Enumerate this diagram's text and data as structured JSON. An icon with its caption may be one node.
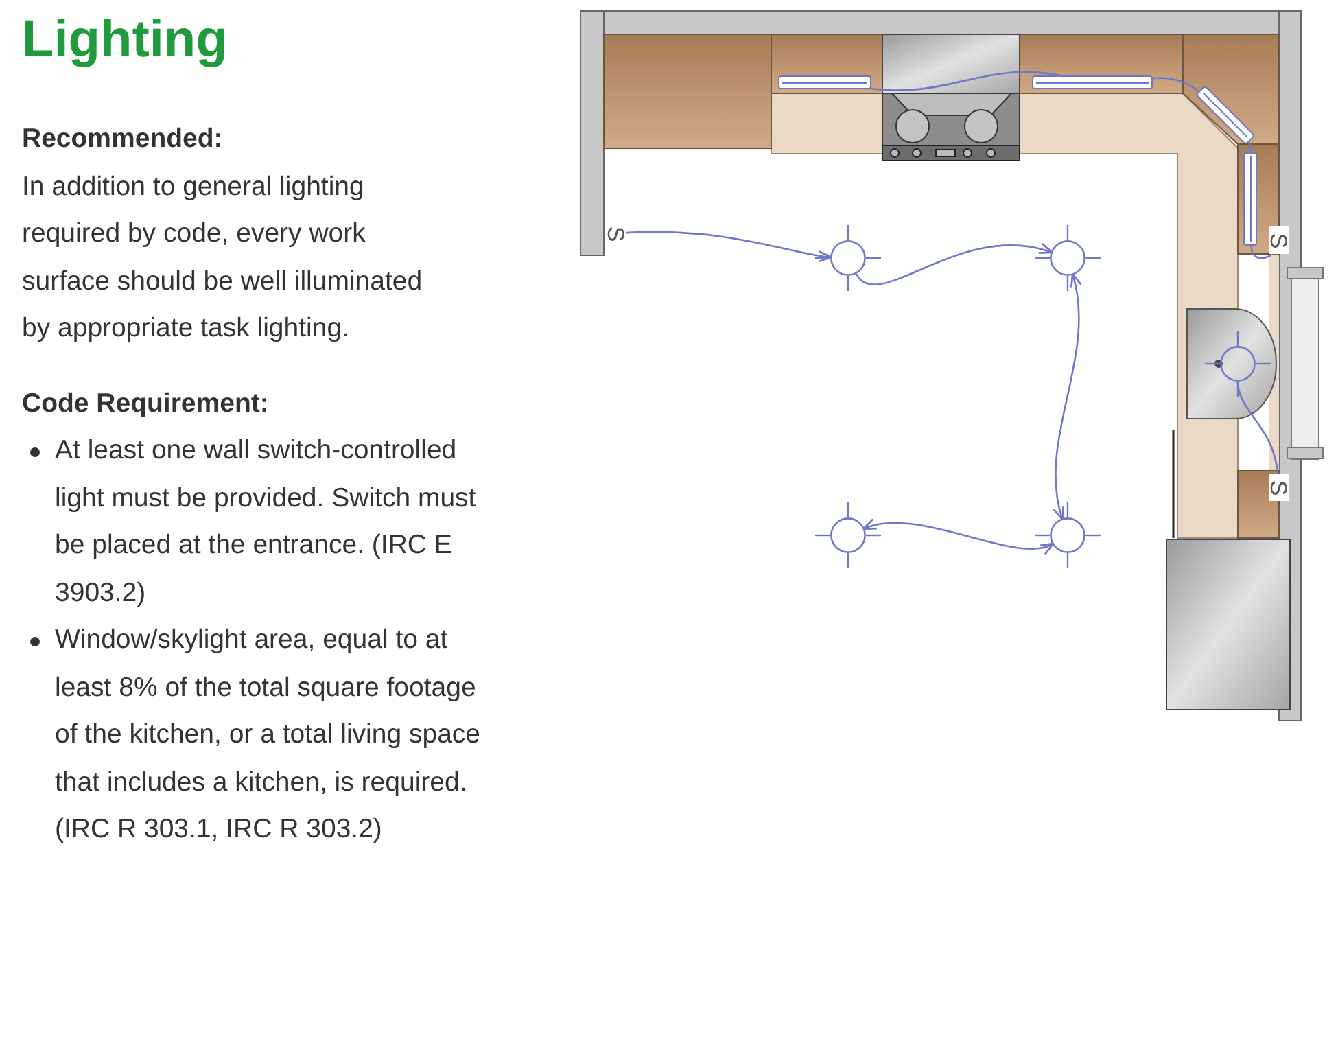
{
  "diagram": {
    "title": "Lighting",
    "nodes": [
      {
        "text": [
          "S"
        ]
      },
      {
        "text": [],
        "shape": "circle"
      },
      {
        "text": [],
        "shape": "circle"
      },
      {
        "text": [],
        "shape": "circle"
      },
      {
        "text": [],
        "shape": "circle"
      },
      {
        "text": [],
        "shape": "bar"
      },
      {
        "text": [],
        "shape": "bar"
      },
      {
        "text": [],
        "shape": "bar"
      },
      {
        "text": [],
        "shape": "bar"
      },
      {
        "text": [
          "S"
        ]
      },
      {
        "text": [],
        "shape": "circle"
      },
      {
        "text": [
          "S"
        ]
      }
    ],
    "edges": [
      {
        "from": 0,
        "to": 1,
        "arrow": "to"
      },
      {
        "from": 1,
        "to": 2,
        "arrow": "to"
      },
      {
        "from": 2,
        "to": 4,
        "arrow": "both"
      },
      {
        "from": 4,
        "to": 3,
        "arrow": "both"
      },
      {
        "from": 5,
        "to": 6,
        "arrow": "none"
      },
      {
        "from": 6,
        "to": 7,
        "arrow": "none"
      },
      {
        "from": 7,
        "to": 8,
        "arrow": "none"
      },
      {
        "from": 8,
        "to": 9,
        "arrow": "none"
      },
      {
        "from": 10,
        "to": 11,
        "arrow": "none"
      }
    ],
    "labels": [
      "Recommended:",
      "In addition to general lighting required by code, every work surface should be well illuminated by appropriate task lighting.",
      "Code Requirement:",
      "At least one wall switch-controlled light must be provided. Switch must be placed at the entrance. (IRC E 3903.2)",
      "Window/skylight area, equal to at least 8% of the total square footage of the kitchen, or a total living space that includes a kitchen, is required. (IRC R 303.1, IRC R 303.2)"
    ]
  }
}
